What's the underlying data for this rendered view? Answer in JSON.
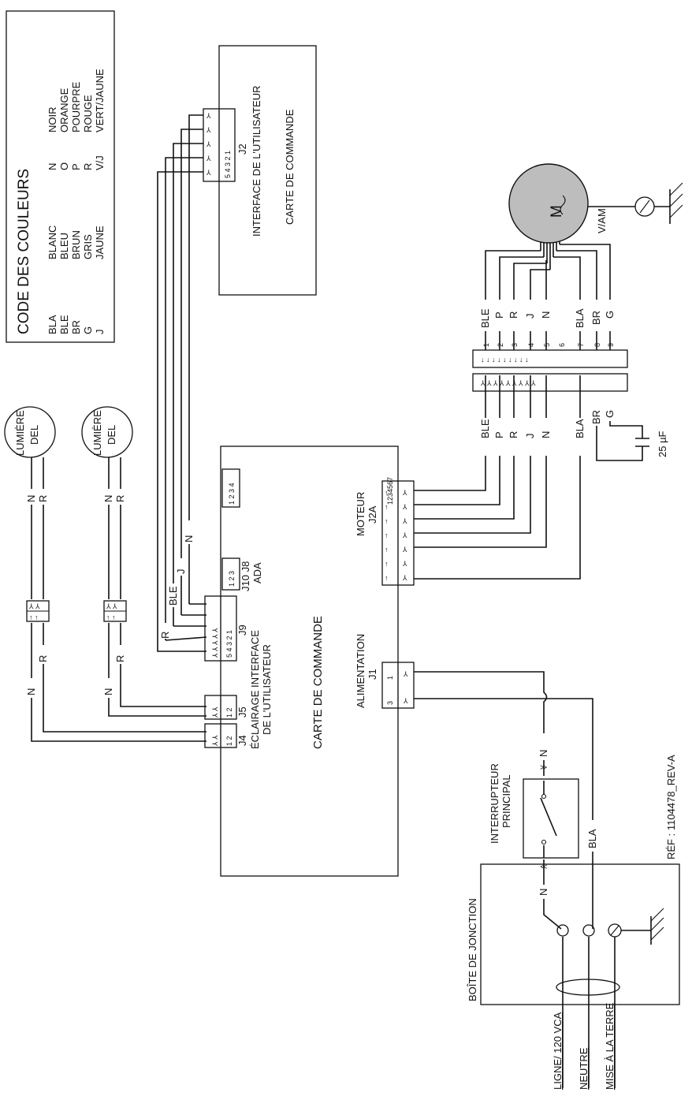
{
  "legend": {
    "title": "CODE DES COULEURS",
    "rows": [
      {
        "abbr": "BLA",
        "name": "BLANC",
        "abbr2": "N",
        "name2": "NOIR"
      },
      {
        "abbr": "BLE",
        "name": "BLEU",
        "abbr2": "O",
        "name2": "ORANGE"
      },
      {
        "abbr": "BR",
        "name": "BRUN",
        "abbr2": "P",
        "name2": "POURPRE"
      },
      {
        "abbr": "G",
        "name": "GRIS",
        "abbr2": "R",
        "name2": "ROUGE"
      },
      {
        "abbr": "J",
        "name": "JAUNE",
        "abbr2": "V/J",
        "name2": "VERT/JAUNE"
      }
    ]
  },
  "lights": {
    "label1": "LUMIÈRE",
    "label2": "DEL",
    "wire_n": "N",
    "wire_r": "R"
  },
  "ui_board": {
    "line1": "INTERFACE DE L'UTILISATEUR",
    "line2": "CARTE DE COMMANDE",
    "connector": "J2",
    "pins": "5 4 3 2 1"
  },
  "control_board": {
    "title": "CARTE DE COMMANDE",
    "j4": "J4",
    "j5": "J5",
    "j4j5_line1": "ÉCLAIRAGE INTERFACE",
    "j4j5_line2": "DE L'UTILISATEUR",
    "j9": "J9",
    "j9_pins": "5 4 3 2 1",
    "j10_j8": "J10 J8",
    "ada": "ADA",
    "j10_pins": "1 2 3",
    "j8_pins": "1 2 3 4",
    "pins_12": "1 2",
    "moteur": "MOTEUR",
    "j2a": "J2A",
    "j2a_pins": "1234567",
    "alimentation": "ALIMENTATION",
    "j1": "J1",
    "j1_pin1": "1",
    "j1_pin3": "3"
  },
  "wire_labels": {
    "r": "R",
    "ble": "BLE",
    "j": "J",
    "n": "N"
  },
  "motor": {
    "symbol": "M",
    "ground_label": "V/AM",
    "capacitor": "25 µF",
    "pins": [
      "1",
      "2",
      "3",
      "4",
      "5",
      "6",
      "7",
      "8",
      "9"
    ],
    "wires_left": [
      "BLE",
      "P",
      "R",
      "J",
      "N",
      "",
      "BLA",
      "BR",
      "G"
    ],
    "wires_right": [
      "BLE",
      "P",
      "R",
      "J",
      "N",
      "",
      "BLA",
      "BR",
      "G"
    ]
  },
  "switch": {
    "line1": "INTERRUPTEUR",
    "line2": "PRINCIPAL",
    "n_top": "N",
    "n_bottom": "N",
    "bla": "BLA"
  },
  "junction": {
    "title": "BOÎTE DE JONCTION",
    "line": "LIGNE/ 120 VCA",
    "neutral": "NEUTRE",
    "ground": "MISE À LA TERRE"
  },
  "reference": "RÉF : 1104478_REV-A"
}
